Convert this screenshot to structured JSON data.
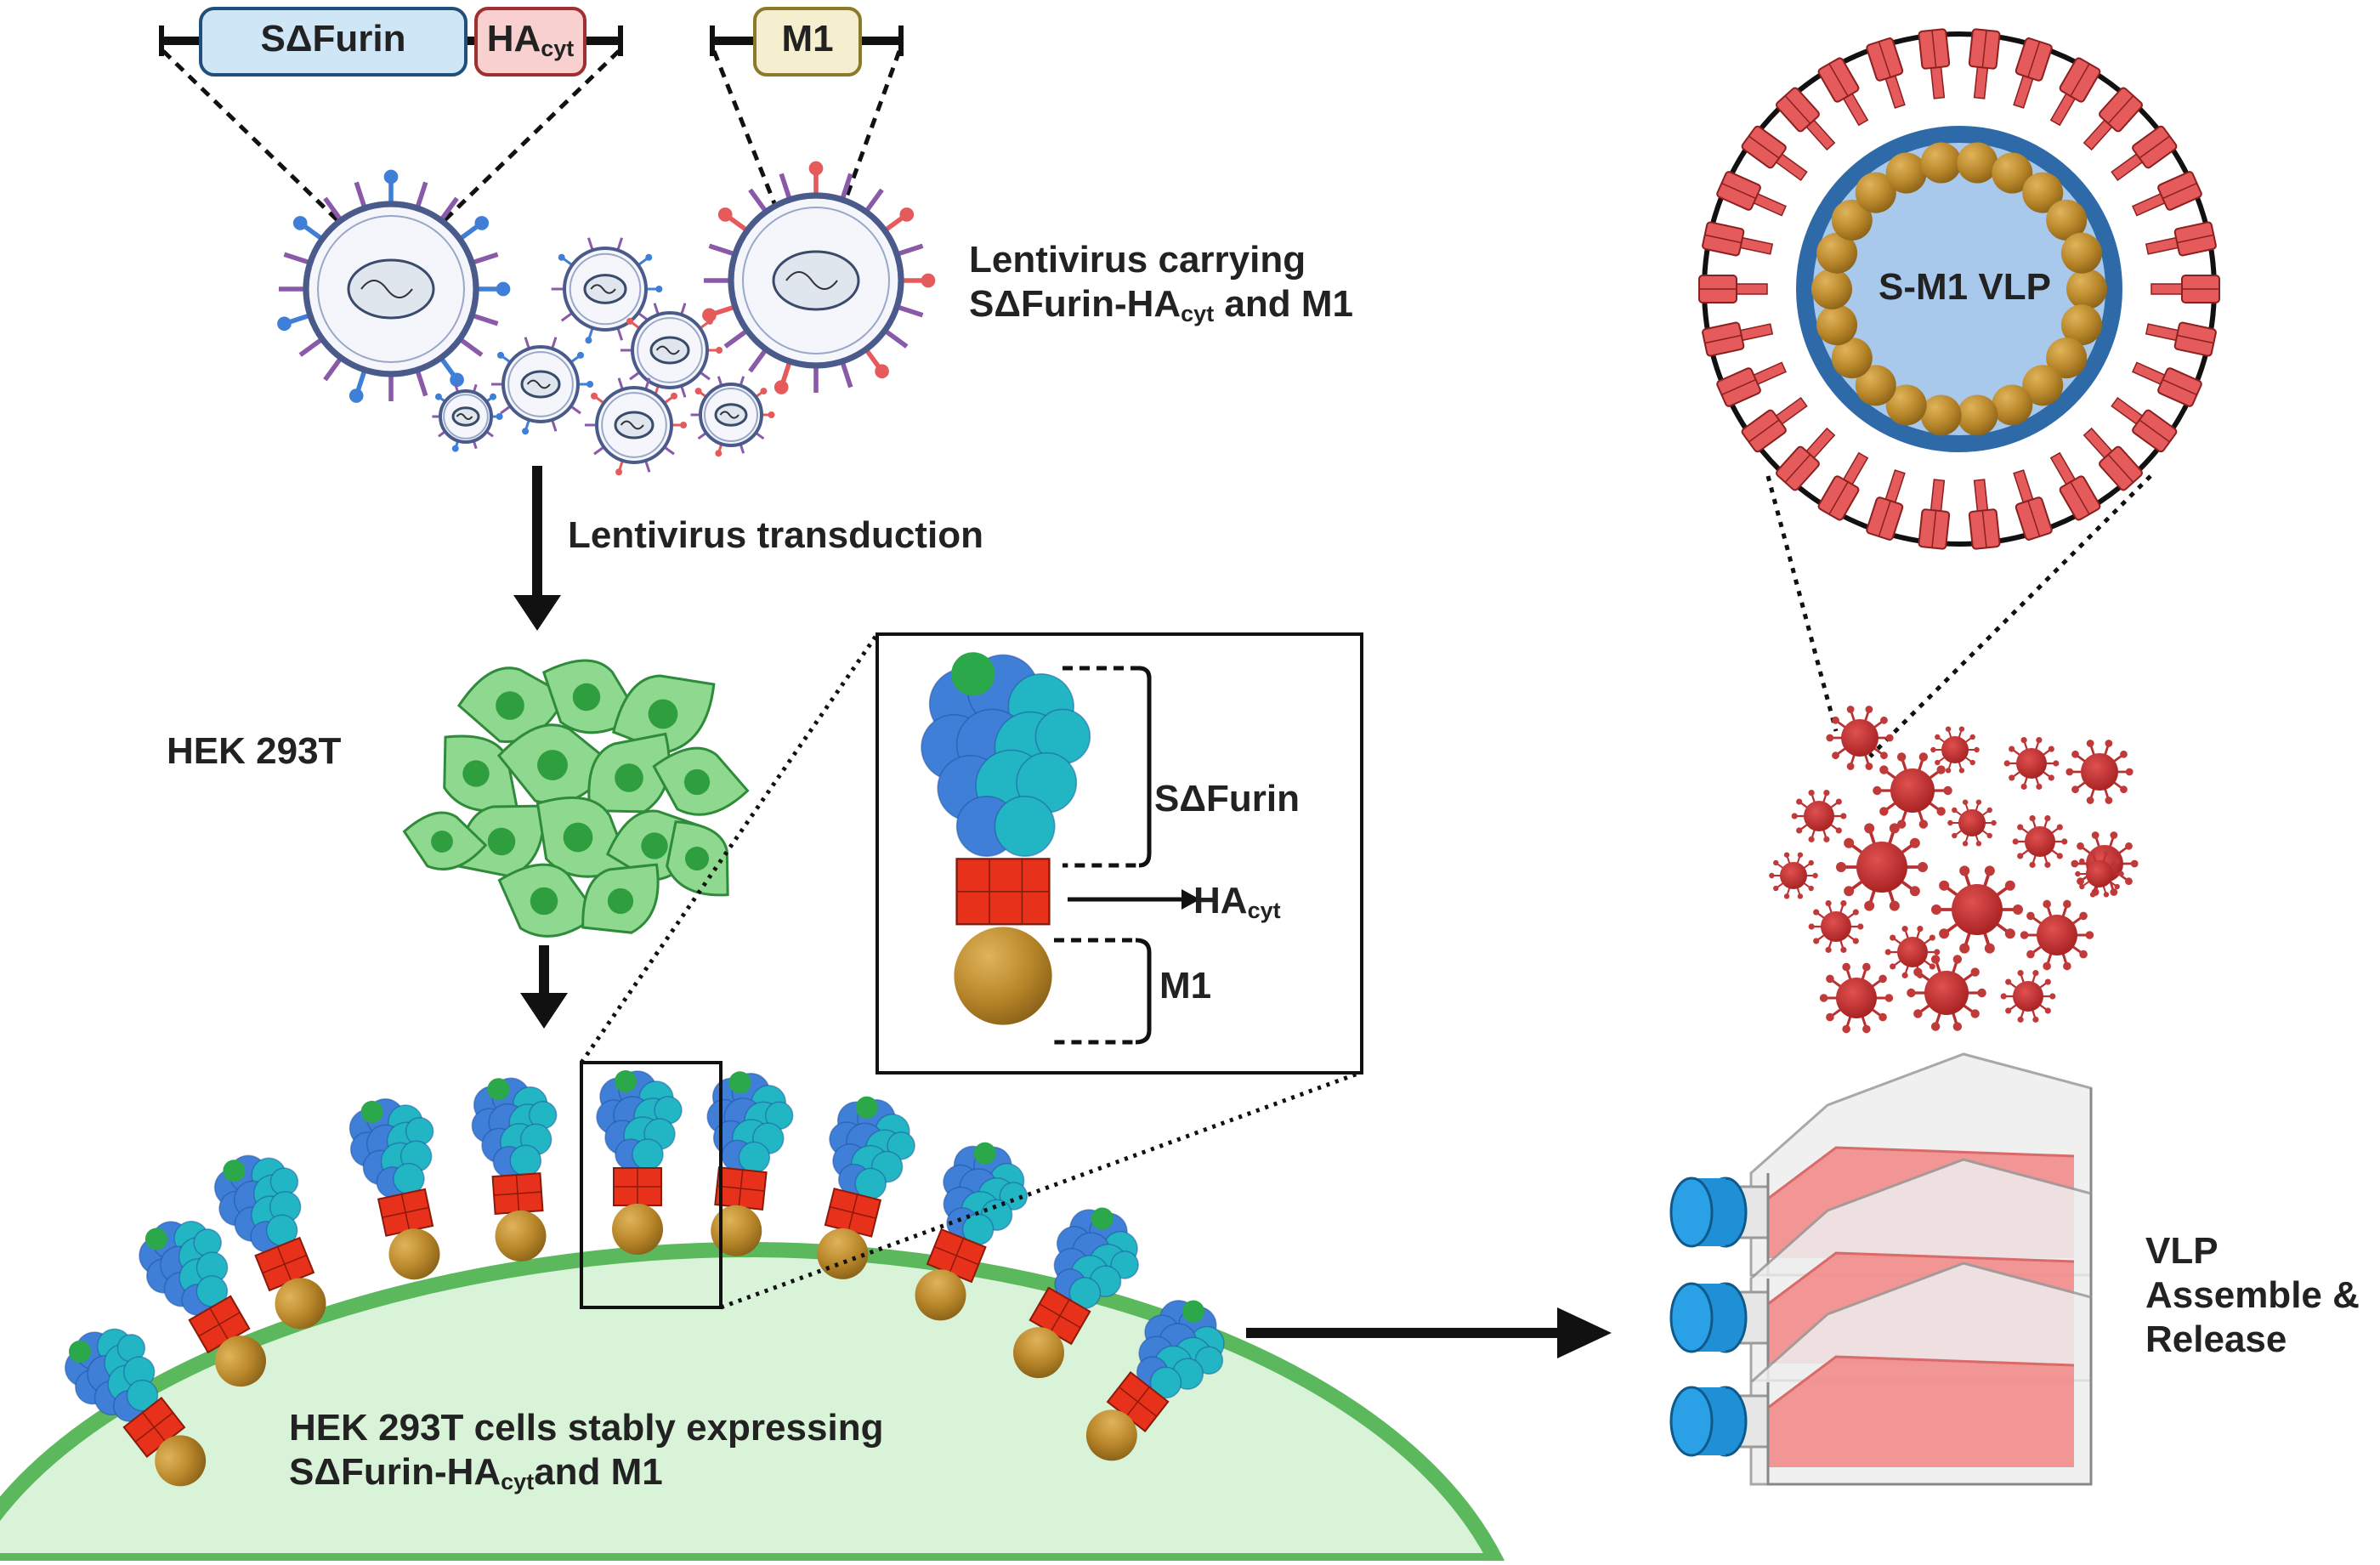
{
  "constructs": {
    "spike_gene": "SΔFurin",
    "ha_gene": "HA",
    "ha_sub": "cyt",
    "m1_gene": "M1"
  },
  "labels": {
    "lentivirus_line1": "Lentivirus carrying",
    "lentivirus_line2_a": "SΔFurin-HA",
    "lentivirus_line2_sub": "cyt",
    "lentivirus_line2_b": " and M1",
    "transduction": "Lentivirus transduction",
    "cell_line": "HEK 293T",
    "stable_line1": "HEK 293T cells stably expressing",
    "stable_line2_a": "SΔFurin-HA",
    "stable_line2_sub": "cyt",
    "stable_line2_b": "and M1",
    "vlp_name": "S-M1 VLP",
    "release_line1": "VLP",
    "release_line2": "Assemble &",
    "release_line3": "Release"
  },
  "inset": {
    "spike_label": "SΔFurin",
    "ha_label": "HA",
    "ha_sub": "cyt",
    "m1_label": "M1"
  },
  "colors": {
    "spike_blue": "#3f7fd8",
    "spike_cyan": "#22b6c4",
    "spike_green": "#2aa84a",
    "ha_red": "#e8311a",
    "m1_gold": "#b8862a",
    "membrane_green": "#5cb85c",
    "cytoplasm_green": "#d8f3d8",
    "vlp_red": "#e55a5a",
    "vlp_core_blue": "#a8c8ec",
    "vlp_ring_blue": "#2f6aa8",
    "cell_green": "#4caf50",
    "flask_pink": "#f28b8b",
    "cap_blue": "#1f8fd6"
  }
}
